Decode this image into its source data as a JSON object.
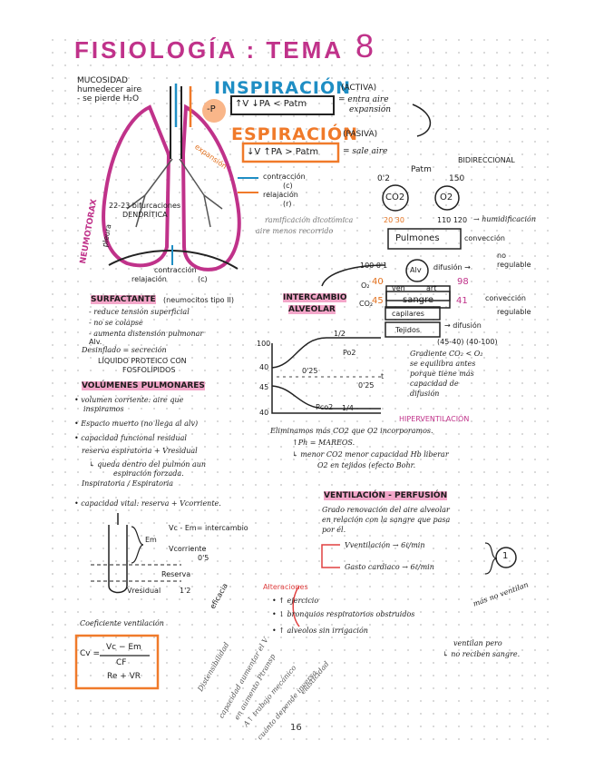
{
  "title": "FISIOLOGÍA : TEMA",
  "title_number": "8",
  "mucosidad": [
    "MUCOSIDAD",
    "humedecer aire",
    "- se pierde H₂O"
  ],
  "inspiracion": {
    "heading": "INSPIRACIÓN",
    "note": "(ACTIVA)",
    "box": "↑V ↓PA < Patm",
    "result": "= entra aire",
    "result2": "expansión"
  },
  "espiracion": {
    "heading": "ESPIRACIÓN",
    "note": "(PASIVA)",
    "box": "↓V ↑PA > Patm",
    "result": "= sale aire"
  },
  "minus_p": "-P",
  "lung_labels": {
    "expansion": "expansión",
    "contraccion": "contracción",
    "contraccion_note": "(c)",
    "relajacion": "relajación",
    "relajacion_note": "(r)",
    "neumotorax": "NEUMOTORAX",
    "pleura": "pleura",
    "bifurcaciones": "22-23 bifurcaciones",
    "dendritica": "DENDRÍTICA",
    "contraccion2": "contracción",
    "relajacion2": "relajación",
    "c2": "(c)"
  },
  "ramificacion": [
    "ramificación dicotómica",
    "aire menos recorrido"
  ],
  "bidireccional": "BIDIRECCIONAL",
  "patm": {
    "label": "Patm",
    "o2_left": "0'2",
    "o2_right": "150"
  },
  "co2": "CO2",
  "o2": "O2",
  "co2_values": "20 30",
  "o2_values": "110 120",
  "humidificacion": "→ humidificación",
  "pulmones": "Pulmones",
  "conveccion": "convección",
  "alv": "Alv",
  "difusion": "difusión →",
  "no_regulable": [
    "no",
    "regulable"
  ],
  "values_100_01": "100 0'1",
  "ven_art": {
    "ven": "ven",
    "art": "art",
    "o2_40": "40",
    "co2_45": "45",
    "o2_98": "98",
    "co2_41": "41",
    "o2_sub": "O₂",
    "co2_sub": "CO₂"
  },
  "sangre": "sangre",
  "capilares": "capilares",
  "tejidos": "Tejidos",
  "difusion2": "→ difusión",
  "conveccion2": "convección",
  "regulable": "regulable",
  "tissue_vals": "(45-40) (40-100)",
  "gradiente": [
    "Gradiente CO₂ < O₂",
    "se equilibra antes",
    "porque tiene más",
    "capacidad de",
    "difusión"
  ],
  "intercambio": [
    "INTERCAMBIO",
    "ALVEOLAR"
  ],
  "graph": {
    "y_ticks": [
      "100",
      "40",
      "45",
      "40"
    ],
    "po2": "Po2",
    "pco2": "Pco2",
    "quarter": "1/4",
    "half": "1/2",
    "t025a": "0'25",
    "t025b": "0'25",
    "t_label": "t"
  },
  "eliminamos": "Eliminamos más CO2 que O2 incorporamos.",
  "hiperventilacion": "HIPERVENTILACIÓN",
  "ph": "↑Ph = MAREOS.",
  "menor_co2": [
    "↳ menor CO2 menor capacidad Hb liberar",
    "O2 en tejidos (efecto Bohr."
  ],
  "surfactante": {
    "heading": "SURFACTANTE",
    "note": "(neumocitos tipo II)",
    "items": [
      "- reduce tensión superficial",
      "- no se colapse",
      "- aumenta distensión pulmonar"
    ],
    "alv": "Alv.",
    "desinflado": "Desinflado = secreción",
    "liquido": "LÍQUIDO PROTEICO CON",
    "fosfolipidos": "FOSFOLÍPIDOS"
  },
  "volumenes": {
    "heading": "VOLÚMENES PULMONARES",
    "items": [
      "• volumen corriente: aire que",
      "inspiramos",
      "• Espacio muerto (no llega al alv)",
      "• capacidad funcional residual",
      "reserva espiratoria + Vresidual",
      "↳ queda dentro del pulmón aun",
      "espiración forzada.",
      "Inspiratoria / Espiratoria",
      "• capacidad vital: reserva + Vcorriente."
    ]
  },
  "diagram": {
    "vc_em": "Vc - Em= intercambio",
    "em": "Em",
    "vcorriente": "Vcorriente",
    "val_05": "0'5",
    "reserva": "Reserva",
    "vresidual": "Vresidual",
    "val_12": "1'2",
    "eficacia": "eficacia"
  },
  "coeficiente": "Coeficiente ventilación",
  "formula": {
    "cv": "Cv =",
    "num": "Vc − Em",
    "den1": "CF",
    "den2": "Re + VR"
  },
  "ventilacion": {
    "heading": "VENTILACIÓN - PERFUSIÓN",
    "lines": [
      "Grado renovación del aire alveolar",
      "en relación con la sangre que pasa",
      "por él."
    ],
    "vent": "Vventilación → 6ℓ/min",
    "gasto": "Gasto cardiaco → 6ℓ/min",
    "one": "1"
  },
  "alteraciones": {
    "heading": "Alteraciones",
    "items": [
      "• ↑ ejercicio",
      "• ↓ bronquios respiratorios obstruidos",
      "• ↑ alveolos sin irrigación"
    ],
    "no_ventilan": "más no ventilan",
    "ventilan": "ventilan pero",
    "no_reciben": "↳ no reciben sangre."
  },
  "rotated_notes": [
    "Distensibilidad",
    "capacidad aumentar el V",
    "en aumento Ptransp",
    "A↑ trabajo mecánico",
    "cuánto depende inversa",
    "elasticidad"
  ],
  "page_number": "16",
  "colors": {
    "pink": "#c0328a",
    "blue": "#1f8ec4",
    "orange": "#f07a2a"
  }
}
